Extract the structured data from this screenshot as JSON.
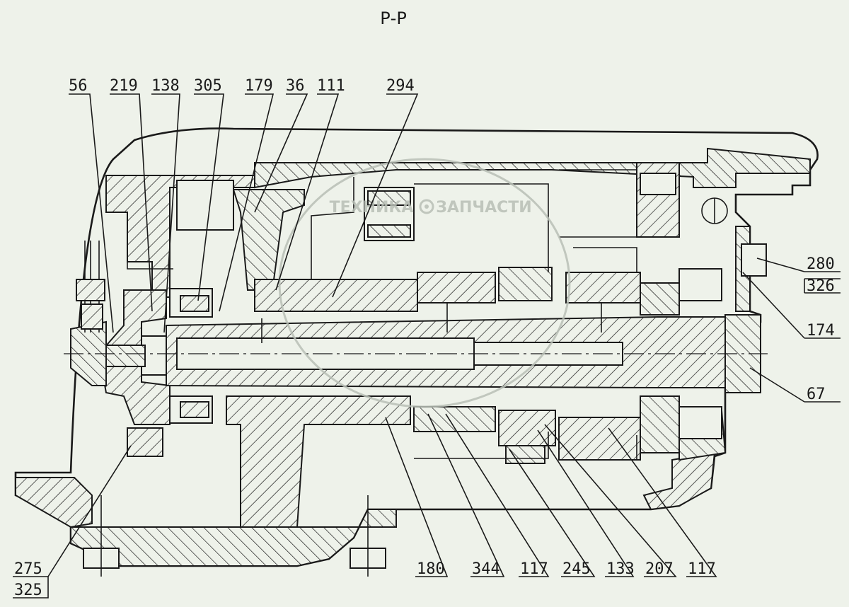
{
  "title": "Р-Р",
  "watermark": {
    "line1": "ТЕХНИКА",
    "line2": "ЗАПЧАСТИ",
    "gear_icon": "gear-icon"
  },
  "callouts": [
    {
      "id": "c56",
      "text": "56"
    },
    {
      "id": "c219",
      "text": "219"
    },
    {
      "id": "c138",
      "text": "138"
    },
    {
      "id": "c305",
      "text": "305"
    },
    {
      "id": "c179",
      "text": "179"
    },
    {
      "id": "c36",
      "text": "36"
    },
    {
      "id": "c111",
      "text": "111"
    },
    {
      "id": "c294",
      "text": "294"
    },
    {
      "id": "c280",
      "text": "280"
    },
    {
      "id": "c326",
      "text": "326"
    },
    {
      "id": "c174",
      "text": "174"
    },
    {
      "id": "c67",
      "text": "67"
    },
    {
      "id": "c275",
      "text": "275"
    },
    {
      "id": "c325",
      "text": "325"
    },
    {
      "id": "c180",
      "text": "180"
    },
    {
      "id": "c344",
      "text": "344"
    },
    {
      "id": "c117a",
      "text": "117"
    },
    {
      "id": "c245",
      "text": "245"
    },
    {
      "id": "c133",
      "text": "133"
    },
    {
      "id": "c207",
      "text": "207"
    },
    {
      "id": "c117b",
      "text": "117"
    }
  ],
  "colors": {
    "background": "#eef2ea",
    "ink": "#1a1a1a",
    "watermark": "#b8bfb6"
  }
}
